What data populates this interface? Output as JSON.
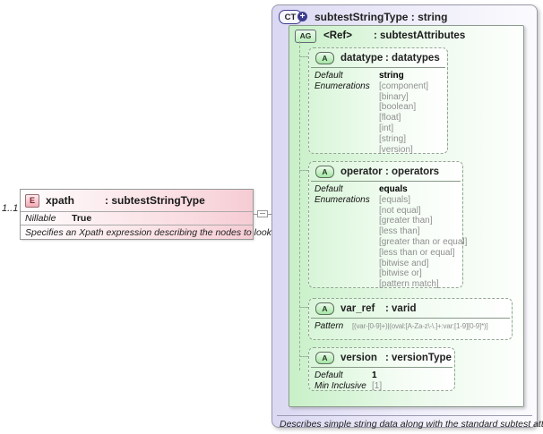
{
  "colors": {
    "element_pink": "#f6ccd4",
    "group_green": "#c8f0c8",
    "complex_type_lavender": "#dad8f2",
    "muted_text": "#8f8f8f"
  },
  "element": {
    "cardinality": "1..1",
    "icon": "E",
    "name": "xpath",
    "type": ": subtestStringType",
    "nillable_label": "Nillable",
    "nillable_value": "True",
    "description": "Specifies an Xpath expression describing the nodes to look at."
  },
  "complex_type": {
    "icon": "CT",
    "expand_icon": "+",
    "title": "subtestStringType : string",
    "footer": "Describes simple string data along with the standard subtest attributes.",
    "attribute_group": {
      "icon": "AG",
      "ref": "<Ref>",
      "type": ": subtestAttributes",
      "attribute_icon": "A",
      "attributes": [
        {
          "name": "datatype",
          "type": ": datatypes",
          "facets": [
            {
              "label": "Default",
              "lines": [
                {
                  "text": "string",
                  "style": "bold"
                }
              ]
            },
            {
              "label": "Enumerations",
              "lines": [
                {
                  "text": "[component]",
                  "style": "muted"
                },
                {
                  "text": "[binary]",
                  "style": "muted"
                },
                {
                  "text": "[boolean]",
                  "style": "muted"
                },
                {
                  "text": "[float]",
                  "style": "muted"
                },
                {
                  "text": "[int]",
                  "style": "muted"
                },
                {
                  "text": "[string]",
                  "style": "muted"
                },
                {
                  "text": "[version]",
                  "style": "muted"
                }
              ]
            }
          ]
        },
        {
          "name": "operator",
          "type": ": operators",
          "facets": [
            {
              "label": "Default",
              "lines": [
                {
                  "text": "equals",
                  "style": "bold"
                }
              ]
            },
            {
              "label": "Enumerations",
              "lines": [
                {
                  "text": "[equals]",
                  "style": "muted"
                },
                {
                  "text": "[not equal]",
                  "style": "muted"
                },
                {
                  "text": "[greater than]",
                  "style": "muted"
                },
                {
                  "text": "[less than]",
                  "style": "muted"
                },
                {
                  "text": "[greater than or equal]",
                  "style": "muted"
                },
                {
                  "text": "[less than or equal]",
                  "style": "muted"
                },
                {
                  "text": "[bitwise and]",
                  "style": "muted"
                },
                {
                  "text": "[bitwise or]",
                  "style": "muted"
                },
                {
                  "text": "[pattern match]",
                  "style": "muted"
                }
              ]
            }
          ]
        },
        {
          "name": "var_ref",
          "type": ": varid",
          "facets": [
            {
              "label": "Pattern",
              "lines": [
                {
                  "text": "[(var-[0-9]+)|(oval:[A-Za-z\\-\\.]+:var:[1-9][0-9]*)]",
                  "style": "muted"
                }
              ]
            }
          ]
        },
        {
          "name": "version",
          "type": ": versionType",
          "facets": [
            {
              "label": "Default",
              "lines": [
                {
                  "text": "1",
                  "style": "bold"
                }
              ]
            },
            {
              "label": "Min Inclusive",
              "lines": [
                {
                  "text": "[1]",
                  "style": "muted"
                }
              ]
            }
          ]
        }
      ]
    }
  }
}
